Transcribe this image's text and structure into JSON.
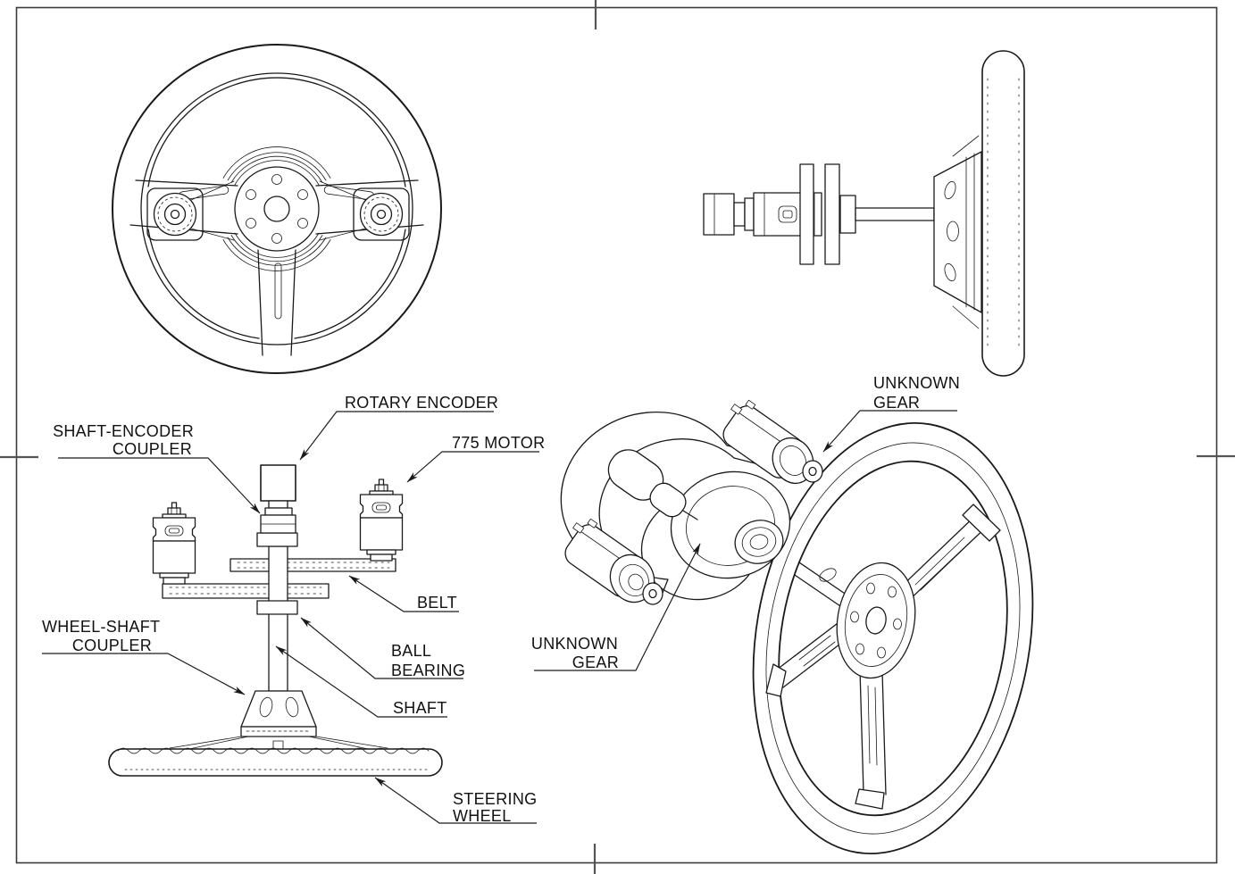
{
  "sheet": {
    "background": "#ffffff",
    "line_color": "#1a1a1a",
    "frame_color": "#3a3a3a"
  },
  "labels": {
    "rotary_encoder": "ROTARY ENCODER",
    "shaft_encoder_coupler_1": "SHAFT-ENCODER",
    "shaft_encoder_coupler_2": "COUPLER",
    "motor_775": "775 MOTOR",
    "belt": "BELT",
    "ball_bearing_1": "BALL",
    "ball_bearing_2": "BEARING",
    "shaft": "SHAFT",
    "wheel_shaft_coupler_1": "WHEEL-SHAFT",
    "wheel_shaft_coupler_2": "COUPLER",
    "steering_wheel_1": "STEERING",
    "steering_wheel_2": "WHEEL",
    "unknown_gear_top_1": "UNKNOWN",
    "unknown_gear_top_2": "GEAR",
    "unknown_gear_bottom_1": "UNKNOWN",
    "unknown_gear_bottom_2": "GEAR"
  }
}
